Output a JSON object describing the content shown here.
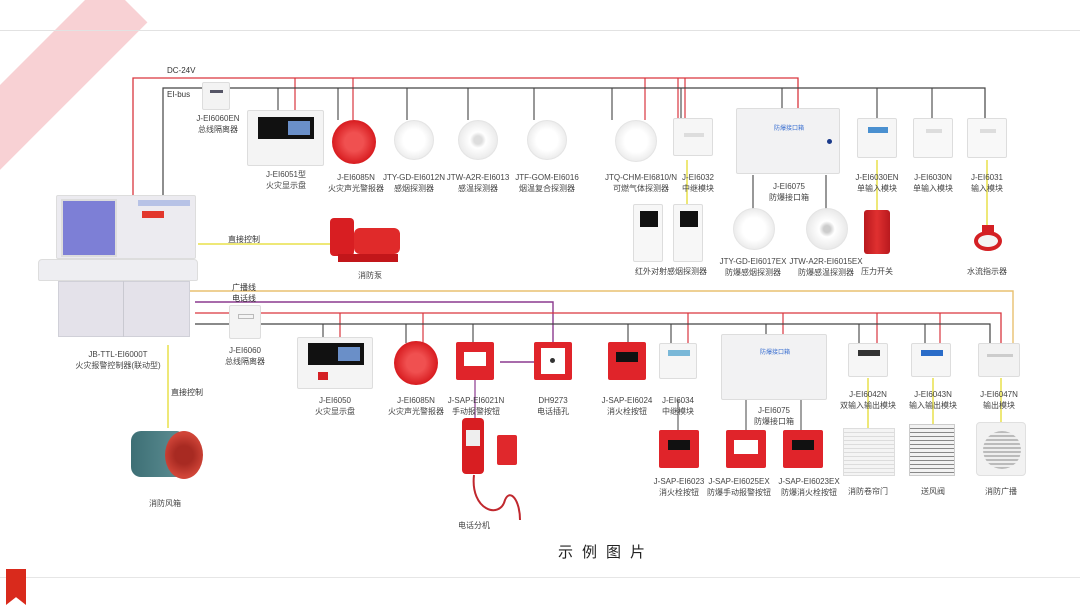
{
  "slide": {
    "caption": "示例图片",
    "accent_color": "#d92a1c"
  },
  "wires": {
    "dc24v": "DC-24V",
    "eibus": "EI-bus",
    "direct_control_top": "直接控制",
    "broadcast": "广播线",
    "telephone": "电话线",
    "direct_control_bottom": "直接控制",
    "colors": {
      "power": "#d9363e",
      "bus": "#333333",
      "control": "#e8e04a",
      "broadcast": "#e8c070",
      "telephone": "#8b3a8f"
    }
  },
  "controller": {
    "model": "JB-TTL-EI6000T",
    "name": "火灾报警控制器(联动型)"
  },
  "top_devices": [
    {
      "model": "J-EI6060EN",
      "name": "总线隔离器"
    },
    {
      "model": "J-EI6051型",
      "name": "火灾显示盘"
    },
    {
      "model": "J-EI6085N",
      "name": "火灾声光警报器"
    },
    {
      "model": "JTY-GD-EI6012N",
      "name": "感烟探测器"
    },
    {
      "model": "JTW-A2R-EI6013",
      "name": "感温探测器"
    },
    {
      "model": "JTF-GOM-EI6016",
      "name": "烟温复合探测器"
    },
    {
      "model": "JTQ-CHM-EI6810/N",
      "name": "可燃气体探测器"
    },
    {
      "model": "J-EI6032",
      "name": "中继模块"
    },
    {
      "model": "J-EI6075",
      "name": "防爆接口箱",
      "box_label": "防爆接口箱"
    },
    {
      "model": "J-EI6030EN",
      "name": "单输入模块"
    },
    {
      "model": "J-EI6030N",
      "name": "单输入模块"
    },
    {
      "model": "J-EI6031",
      "name": "输入模块"
    }
  ],
  "top_sub_devices": [
    {
      "name": "红外对射感烟探测器"
    },
    {
      "model": "JTY-GD-EI6017EX",
      "name": "防爆感烟探测器"
    },
    {
      "model": "JTW-A2R-EI6015EX",
      "name": "防爆感温探测器"
    },
    {
      "name": "压力开关"
    },
    {
      "name": "水流指示器"
    }
  ],
  "fire_pump": {
    "name": "消防泵"
  },
  "bottom_devices": [
    {
      "model": "J-EI6060",
      "name": "总线隔离器"
    },
    {
      "model": "J-EI6050",
      "name": "火灾显示盘"
    },
    {
      "model": "J-EI6085N",
      "name": "火灾声光警报器"
    },
    {
      "model": "J-SAP-EI6021N",
      "name": "手动报警按钮"
    },
    {
      "model": "DH9273",
      "name": "电话插孔"
    },
    {
      "model": "J-SAP-EI6024",
      "name": "消火栓按钮"
    },
    {
      "model": "J-EI6034",
      "name": "中继模块"
    },
    {
      "model": "J-EI6075",
      "name": "防爆接口箱",
      "box_label": "防爆接口箱"
    },
    {
      "model": "J-EI6042N",
      "name": "双输入输出模块"
    },
    {
      "model": "J-EI6043N",
      "name": "输入输出模块"
    },
    {
      "model": "J-EI6047N",
      "name": "输出模块"
    }
  ],
  "bottom_sub_devices": [
    {
      "name": "电话分机"
    },
    {
      "model": "J-SAP-EI6023",
      "name": "消火栓按钮"
    },
    {
      "model": "J-SAP-EI6025EX",
      "name": "防爆手动报警按钮"
    },
    {
      "model": "J-SAP-EI6023EX",
      "name": "防爆消火栓按钮"
    },
    {
      "name": "消防卷帘门"
    },
    {
      "name": "送风阀"
    },
    {
      "name": "消防广播"
    }
  ],
  "smoke_fan": {
    "name": "消防风箱"
  }
}
